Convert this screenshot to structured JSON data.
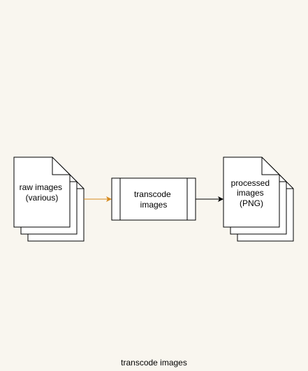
{
  "diagram": {
    "colors": {
      "background": "#f9f6ef",
      "stroke": "#000000",
      "fill": "#ffffff",
      "input_arrow": "#d68a1e",
      "output_arrow": "#000000"
    },
    "nodes": {
      "raw_images": {
        "type": "multi-document",
        "lines": [
          "raw images",
          "(various)"
        ]
      },
      "transcode": {
        "type": "process",
        "lines": [
          "transcode",
          "images"
        ]
      },
      "processed_images": {
        "type": "multi-document",
        "lines": [
          "processed",
          "images",
          "(PNG)"
        ]
      }
    },
    "edges": [
      {
        "from": "raw_images",
        "to": "transcode",
        "color": "input_arrow"
      },
      {
        "from": "transcode",
        "to": "processed_images",
        "color": "output_arrow"
      }
    ],
    "caption": "transcode images"
  }
}
